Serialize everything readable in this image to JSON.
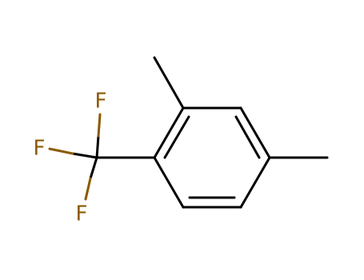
{
  "structure": {
    "atom_labels": {
      "f1": "F",
      "f2": "F",
      "f3": "F"
    }
  },
  "colors": {
    "bond": "#000000",
    "fluorine": "#8B5A00"
  }
}
